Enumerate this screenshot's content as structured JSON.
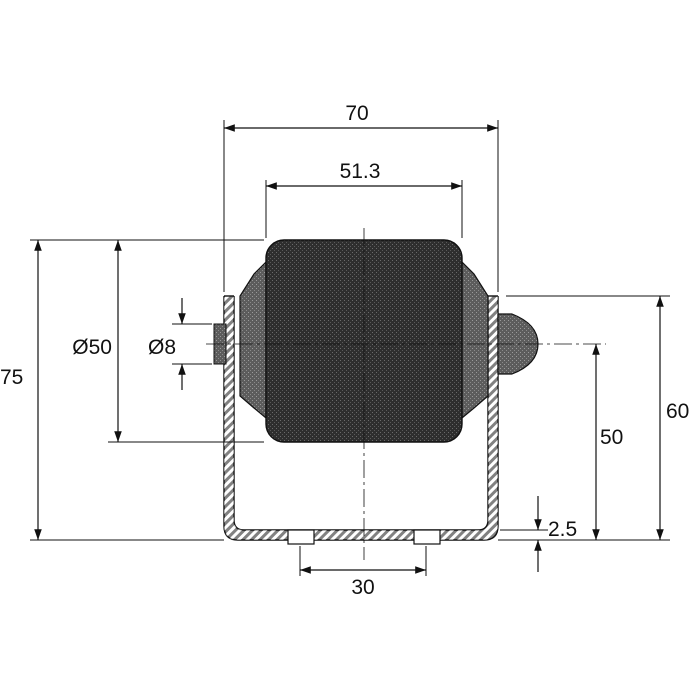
{
  "drawing": {
    "title": "",
    "units": "",
    "dimensions": {
      "overall_width": "70",
      "roller_length": "51.3",
      "roller_diameter": "Ø50",
      "axle_diameter": "Ø8",
      "overall_height": "75",
      "axle_height": "50",
      "bracket_height": "60",
      "sheet_thickness": "2.5",
      "mount_hole_spacing": "30"
    }
  },
  "colors": {
    "ink": "#111111",
    "roller_fill": "#2b2b2b",
    "roller_shade": "#555555",
    "background": "#ffffff"
  }
}
